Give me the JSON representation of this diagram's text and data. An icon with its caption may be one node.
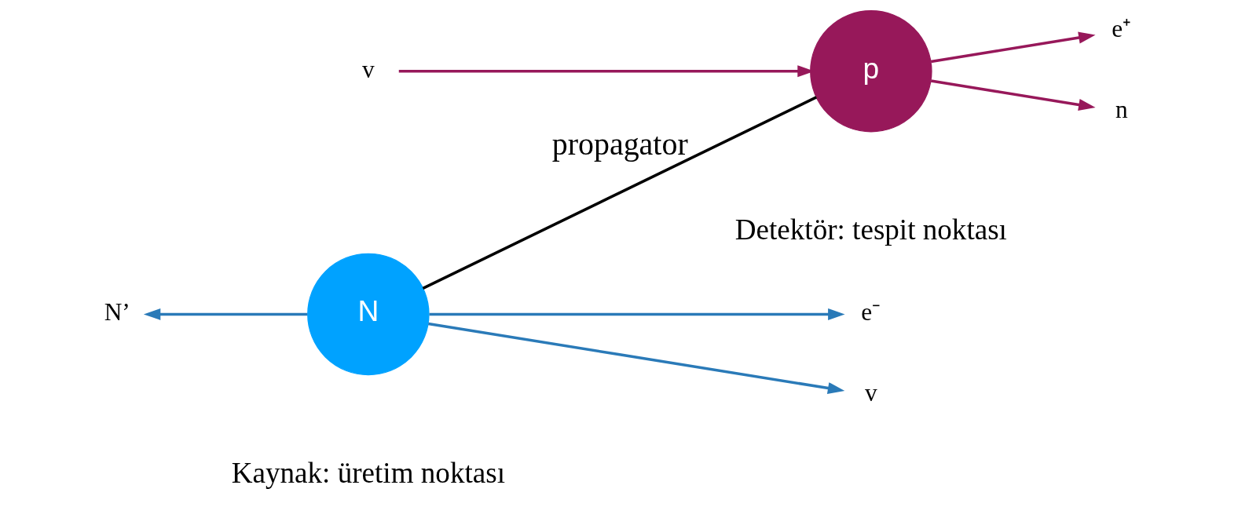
{
  "diagram": {
    "nodes": [
      {
        "text": [
          "N"
        ],
        "beside": [
          "Kaynak: üretim noktası"
        ]
      },
      {
        "text": [
          "e⁻"
        ]
      },
      {
        "text": [
          "N’"
        ]
      },
      {
        "text": [
          "v"
        ]
      },
      {
        "text": [
          "v"
        ]
      },
      {
        "text": [
          "p"
        ],
        "beside": [
          "Detektör: tespit noktası"
        ]
      },
      {
        "text": [
          "e⁺"
        ]
      },
      {
        "text": [
          "n"
        ]
      }
    ],
    "edges": [
      {
        "from": 0,
        "to": 1,
        "arrow": "to",
        "color": "#2a7ab8"
      },
      {
        "from": 0,
        "to": 2,
        "arrow": "to",
        "color": "#2a7ab8"
      },
      {
        "from": 0,
        "to": 3,
        "arrow": "to",
        "color": "#2a7ab8"
      },
      {
        "from": 0,
        "to": 5,
        "arrow": "none",
        "label": "propagator",
        "color": "#000000"
      },
      {
        "from": 4,
        "to": 5,
        "arrow": "to",
        "color": "#97185a"
      },
      {
        "from": 5,
        "to": 6,
        "arrow": "to",
        "color": "#97185a"
      },
      {
        "from": 5,
        "to": 7,
        "arrow": "to",
        "color": "#97185a"
      }
    ]
  }
}
